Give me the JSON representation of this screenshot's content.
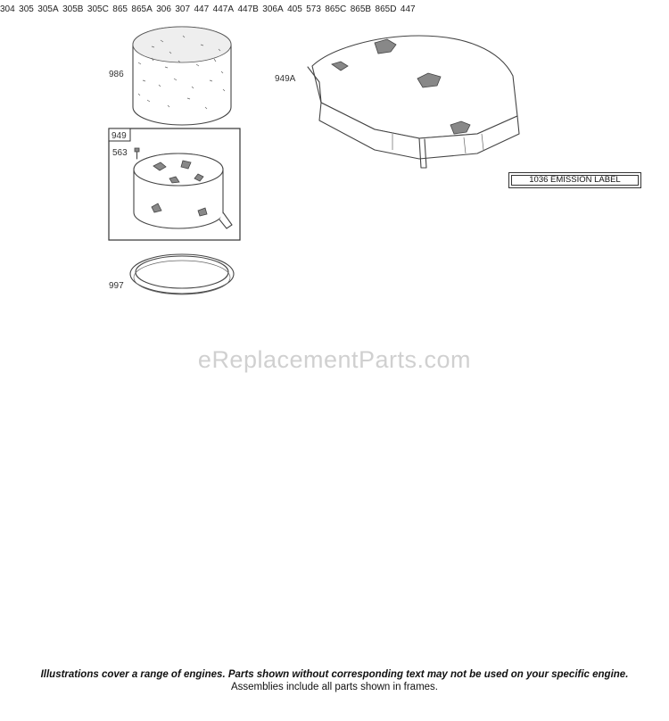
{
  "labels": {
    "p986": "986",
    "p949": "949",
    "p563": "563",
    "p997": "997",
    "p949A": "949A",
    "p304": "304",
    "p305": "305",
    "p305A": "305A",
    "p305B": "305B",
    "p305C": "305C",
    "p865": "865",
    "p865A": "865A",
    "p865B": "865B",
    "p865C": "865C",
    "p865D": "865D",
    "p447_left": "447",
    "p447_right": "447",
    "p447A": "447A",
    "p447B": "447B",
    "p306": "306",
    "p306A": "306A",
    "p307": "307",
    "p405": "405",
    "p573": "573"
  },
  "emission_label": "1036 EMISSION LABEL",
  "watermark": "eReplacementParts.com",
  "footer": {
    "note": "Illustrations cover a range of engines. Parts shown without corresponding text may not be used on your specific engine.",
    "sub": "Assemblies include all parts shown in frames."
  }
}
